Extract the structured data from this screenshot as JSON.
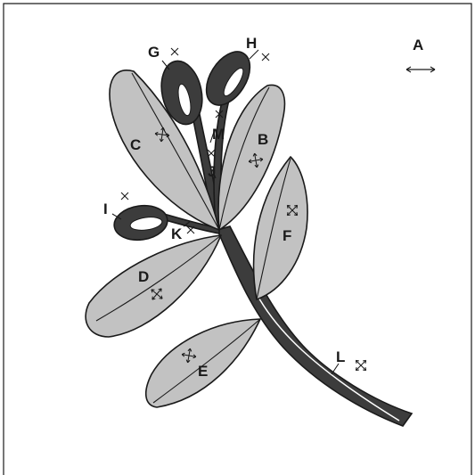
{
  "labels": {
    "A": "A",
    "B": "B",
    "C": "C",
    "D": "D",
    "E": "E",
    "F": "F",
    "G": "G",
    "H": "H",
    "I": "I",
    "J": "J",
    "K": "K",
    "L": "L",
    "M": "M"
  },
  "colors": {
    "leaf_fill": "#c2c2c2",
    "stem_fill": "#3c3c3c",
    "outline": "#1a1a1a",
    "background": "#ffffff"
  },
  "icons": {
    "direction_symbols": "four-way-arrow",
    "scale_symbol": "double-headed-horizontal-arrow",
    "small_markers": "cross-marker"
  }
}
